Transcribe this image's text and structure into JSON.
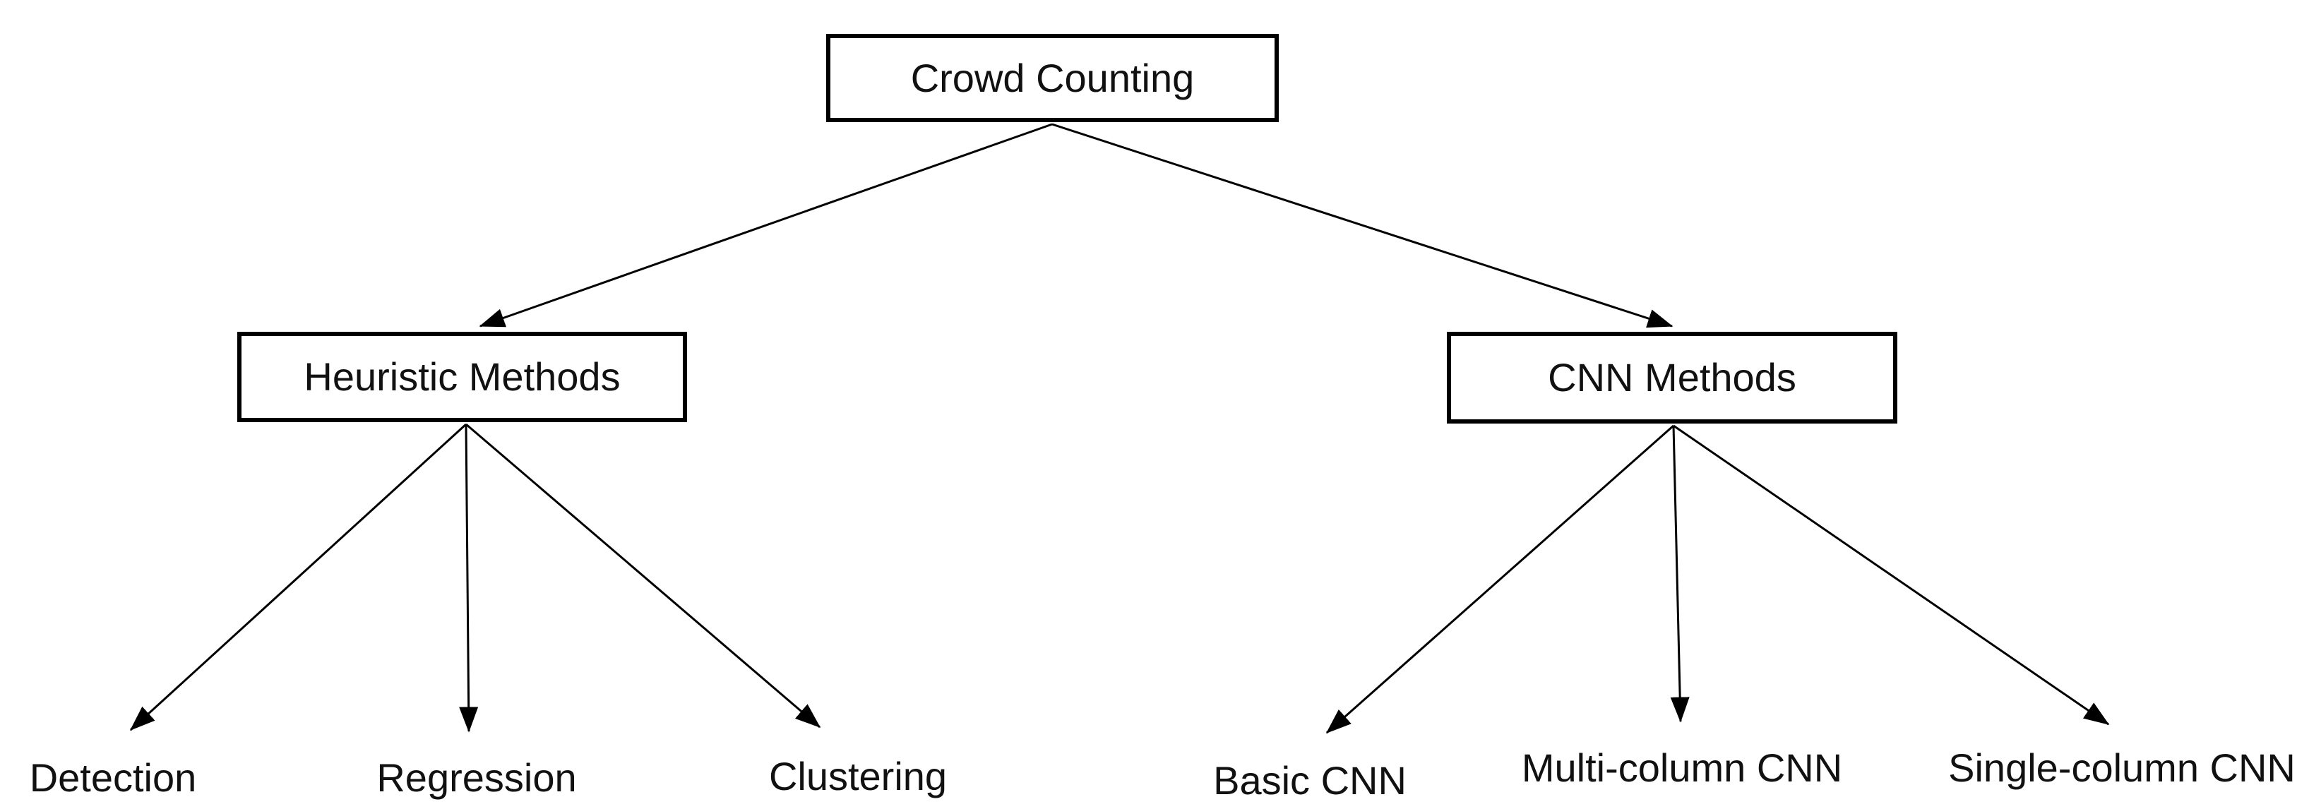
{
  "diagram": {
    "type": "tree",
    "root": {
      "label": "Crowd Counting"
    },
    "branches": [
      {
        "label": "Heuristic Methods",
        "children": [
          {
            "label": "Detection"
          },
          {
            "label": "Regression"
          },
          {
            "label": "Clustering"
          }
        ]
      },
      {
        "label": "CNN Methods",
        "children": [
          {
            "label": "Basic CNN"
          },
          {
            "label": "Multi-column CNN"
          },
          {
            "label": "Single-column CNN"
          }
        ]
      }
    ],
    "edges": [
      {
        "from": "Crowd Counting",
        "to": "Heuristic Methods"
      },
      {
        "from": "Crowd Counting",
        "to": "CNN Methods"
      },
      {
        "from": "Heuristic Methods",
        "to": "Detection"
      },
      {
        "from": "Heuristic Methods",
        "to": "Regression"
      },
      {
        "from": "Heuristic Methods",
        "to": "Clustering"
      },
      {
        "from": "CNN Methods",
        "to": "Basic CNN"
      },
      {
        "from": "CNN Methods",
        "to": "Multi-column CNN"
      },
      {
        "from": "CNN Methods",
        "to": "Single-column CNN"
      }
    ],
    "colors": {
      "background": "#ffffff",
      "line": "#000000",
      "box_border": "#000000",
      "text": "#111111"
    }
  }
}
